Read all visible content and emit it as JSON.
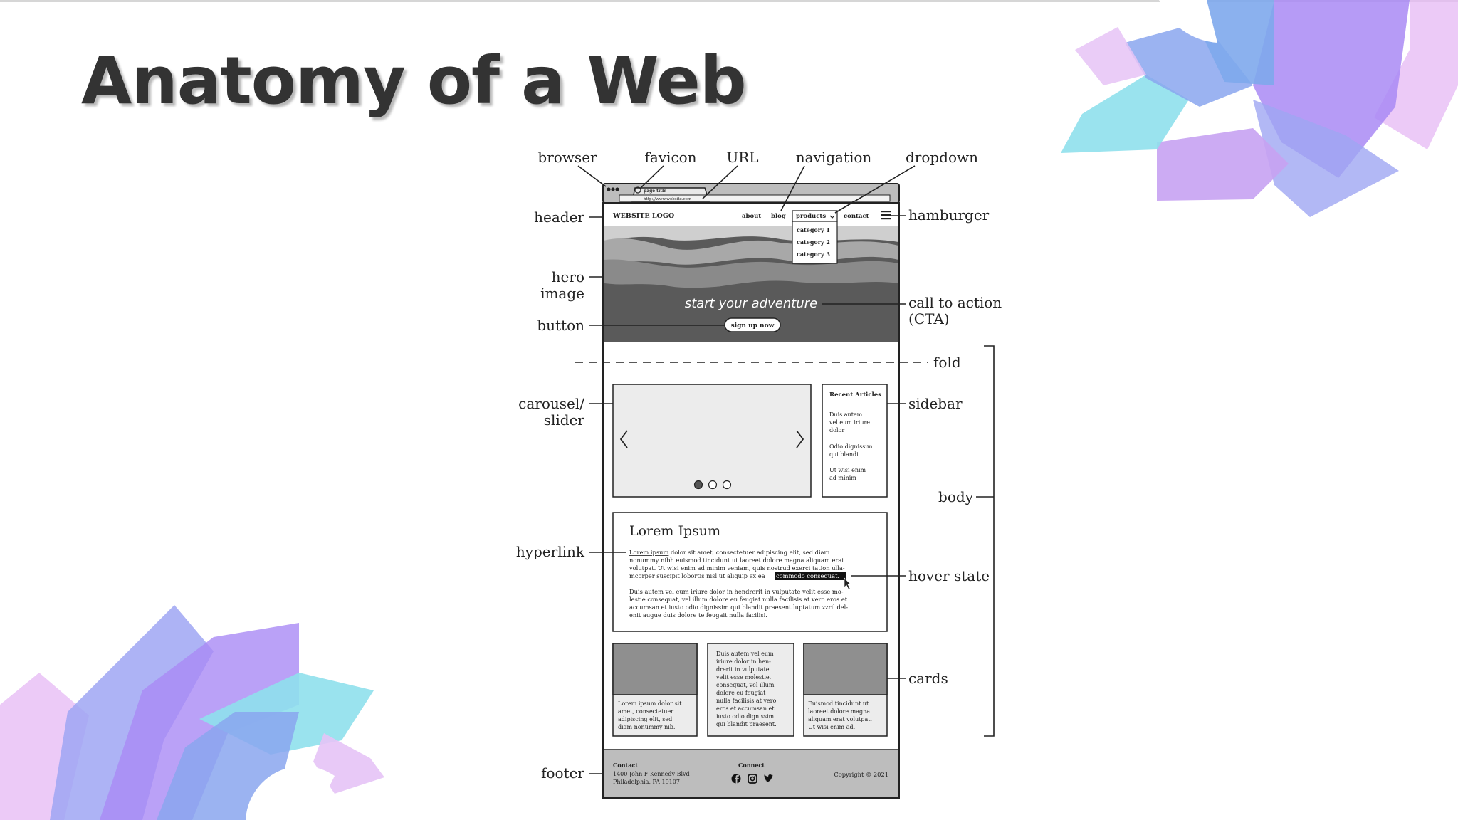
{
  "slide": {
    "title": "Anatomy of a Web"
  },
  "labels": {
    "browser": "browser",
    "favicon": "favicon",
    "url": "URL",
    "navigation": "navigation",
    "dropdown": "dropdown",
    "header": "header",
    "hamburger": "hamburger",
    "hero_line1": "hero",
    "hero_line2": "image",
    "cta_line1": "call to action",
    "cta_line2": "(CTA)",
    "button": "button",
    "fold": "fold",
    "carousel_line1": "carousel/",
    "carousel_line2": "slider",
    "sidebar": "sidebar",
    "body": "body",
    "hyperlink": "hyperlink",
    "hover_state": "hover state",
    "cards": "cards",
    "footer": "footer"
  },
  "mockup": {
    "tab_title": "page title",
    "url_text": "http://www.website.com",
    "logo": "WEBSITE LOGO",
    "nav": {
      "about": "about",
      "blog": "blog",
      "products": "products",
      "contact": "contact"
    },
    "dropdown_items": [
      "category 1",
      "category 2",
      "category 3"
    ],
    "hero_text": "start your adventure",
    "cta_button": "sign up now",
    "sidebar_title": "Recent Articles",
    "sidebar_lines": [
      "Duis autem",
      "vel eum iriure",
      "dolor",
      "Odio dignissim",
      "qui blandi",
      "Ut wisi enim",
      "ad minim"
    ],
    "article_title": "Lorem Ipsum",
    "hyperlink_text": "Lorem ipsum",
    "para1": [
      " dolor sit amet, consectetuer adipiscing elit, sed diam",
      "nonummy nibh euismod tincidunt ut laoreet dolore magna aliquam erat",
      "volutpat. Ut wisi enim ad minim veniam, quis nostrud exerci tation ulla-",
      "mcorper suscipit lobortis nisl ut aliquip ex ea "
    ],
    "hover_text": "commodo consequat.",
    "para2": [
      "Duis autem vel eum iriure dolor in hendrerit in vulputate velit esse mo-",
      "lestie consequat, vel illum dolore eu feugiat nulla facilisis at vero eros et",
      "accumsan et iusto odio dignissim qui blandit praesent luptatum zzril del-",
      "enit augue duis dolore te feugait nulla facilisi."
    ],
    "card1_lines": [
      "Lorem ipsum dolor sit",
      "amet, consectetuer",
      "adipiscing elit, sed",
      "diam nonummy nib."
    ],
    "card2_lines": [
      "Duis autem vel eum",
      "iriure dolor in hen-",
      "drerit in vulputate",
      "velit esse molestie.",
      "consequat, vel illum",
      "dolore eu feugiat",
      "nulla facilisis at vero",
      "eros et accumsan et",
      "iusto odio dignissim",
      "qui blandit praesent."
    ],
    "card3_lines": [
      "Euismod tincidunt ut",
      "laoreet dolore magna",
      "aliquam erat volutpat.",
      "Ut wisi enim ad."
    ],
    "footer_contact_title": "Contact",
    "footer_contact_lines": [
      "1400 John F Kennedy Blvd",
      "Philadelphia, PA 19107"
    ],
    "footer_connect_title": "Connect",
    "copyright": "Copyright © 2021"
  },
  "colors": {
    "title": "#333333",
    "deco_pink": "#e6b8f4",
    "deco_violet": "#a98af5",
    "deco_blue": "#8f9bf2",
    "deco_cyan": "#8fe0ec",
    "hero_dark": "#5a5a5a"
  }
}
